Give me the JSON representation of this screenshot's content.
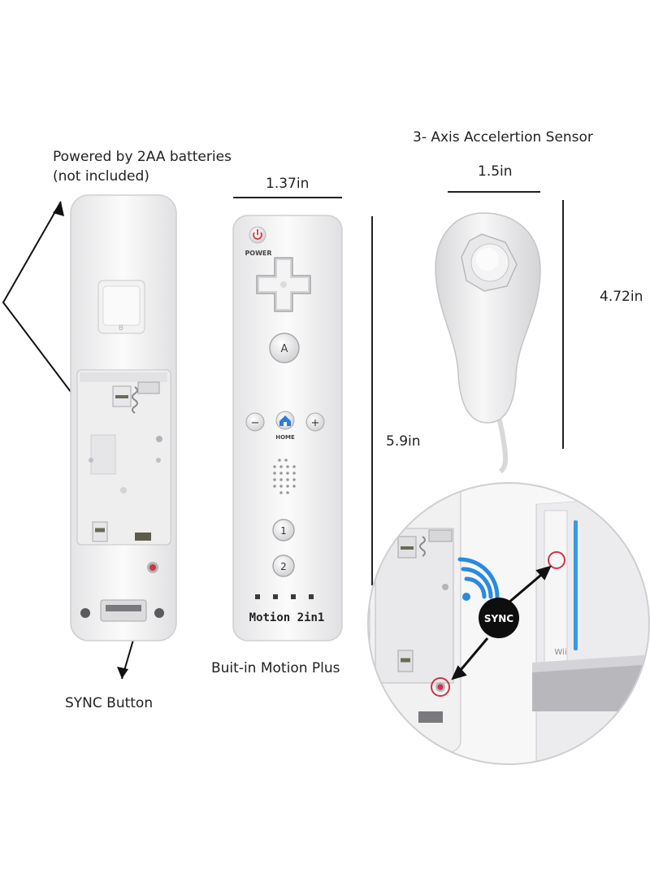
{
  "labels": {
    "batteries_line1": "Powered by 2AA batteries",
    "batteries_line2": "(not included)",
    "width_remote": "1.37in",
    "height_remote": "5.9in",
    "sensor": "3- Axis Accelertion Sensor",
    "width_nunchuk": "1.5in",
    "height_nunchuk": "4.72in",
    "motion_plus": "Buit-in Motion Plus",
    "sync_button": "SYNC Button"
  },
  "remote": {
    "power_label": "POWER",
    "a_label": "A",
    "minus_label": "−",
    "plus_label": "+",
    "home_label": "HOME",
    "one_label": "1",
    "two_label": "2",
    "brand_label": "Motion 2in1"
  },
  "back_remote": {
    "b_label": "B"
  },
  "inset": {
    "sync_label": "SYNC",
    "console_label": "Wii"
  },
  "colors": {
    "power_red": "#d23a3a",
    "home_blue": "#2a7fd4",
    "wifi_blue": "#2a8ae0",
    "sync_dot": "#d0344a",
    "console_slot": "#3a9ae0"
  },
  "icons": [
    "power-icon",
    "home-icon",
    "wifi-icon",
    "sync-icon",
    "dpad-icon",
    "speaker-icon"
  ]
}
